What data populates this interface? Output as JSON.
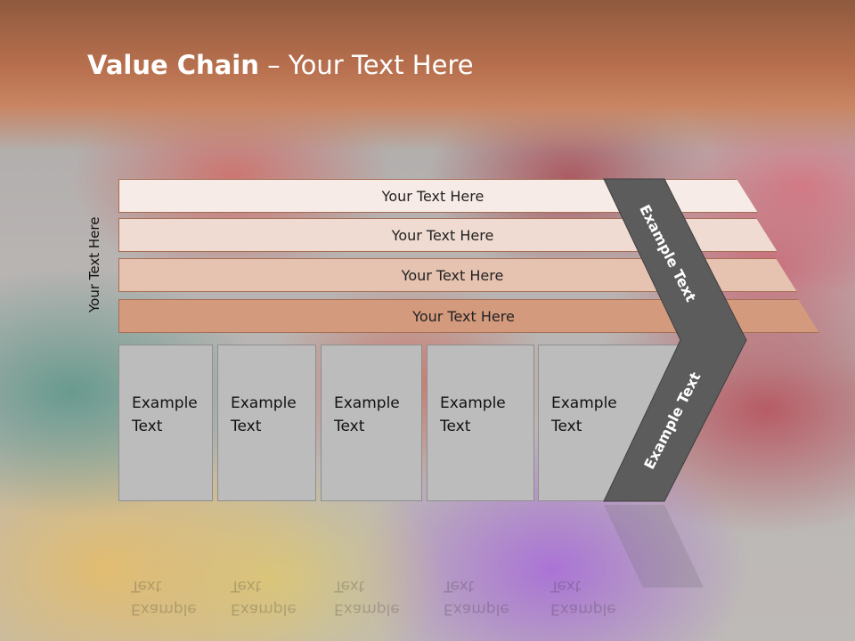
{
  "slide": {
    "title_bold": "Value Chain",
    "title_rest": " – Your Text Here",
    "side_label": "Your Text Here",
    "bars": [
      {
        "label": "Your Text Here"
      },
      {
        "label": "Your Text Here"
      },
      {
        "label": "Your Text Here"
      },
      {
        "label": "Your Text Here"
      }
    ],
    "boxes": [
      {
        "line1": "Example",
        "line2": "Text"
      },
      {
        "line1": "Example",
        "line2": "Text"
      },
      {
        "line1": "Example",
        "line2": "Text"
      },
      {
        "line1": "Example",
        "line2": "Text"
      },
      {
        "line1": "Example",
        "line2": "Text"
      }
    ],
    "chevron_upper": "Example Text",
    "chevron_lower": "Example Text"
  },
  "colors": {
    "header": "#b8704e",
    "bar1": "#f6ebe6",
    "bar2": "#efdbd1",
    "bar3": "#e6c2b0",
    "bar4": "#d49a7d",
    "box": "#bcbcbc",
    "chevron": "#5c5c5c"
  }
}
